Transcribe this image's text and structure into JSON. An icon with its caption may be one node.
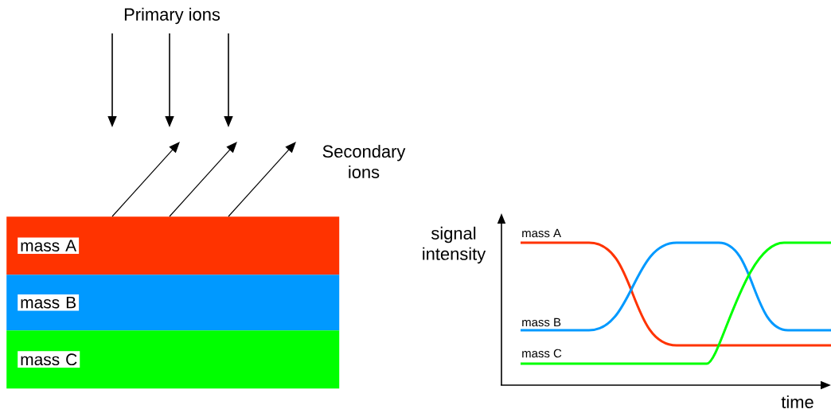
{
  "diagram": {
    "nodes": [
      {
        "text": [
          "mass A"
        ]
      },
      {
        "text": [
          "mass B"
        ]
      },
      {
        "text": [
          "mass C"
        ]
      }
    ],
    "labels": [
      "Primary ions",
      "Secondary ions",
      "signal intensity",
      "mass A",
      "mass B",
      "mass C",
      "time"
    ]
  }
}
